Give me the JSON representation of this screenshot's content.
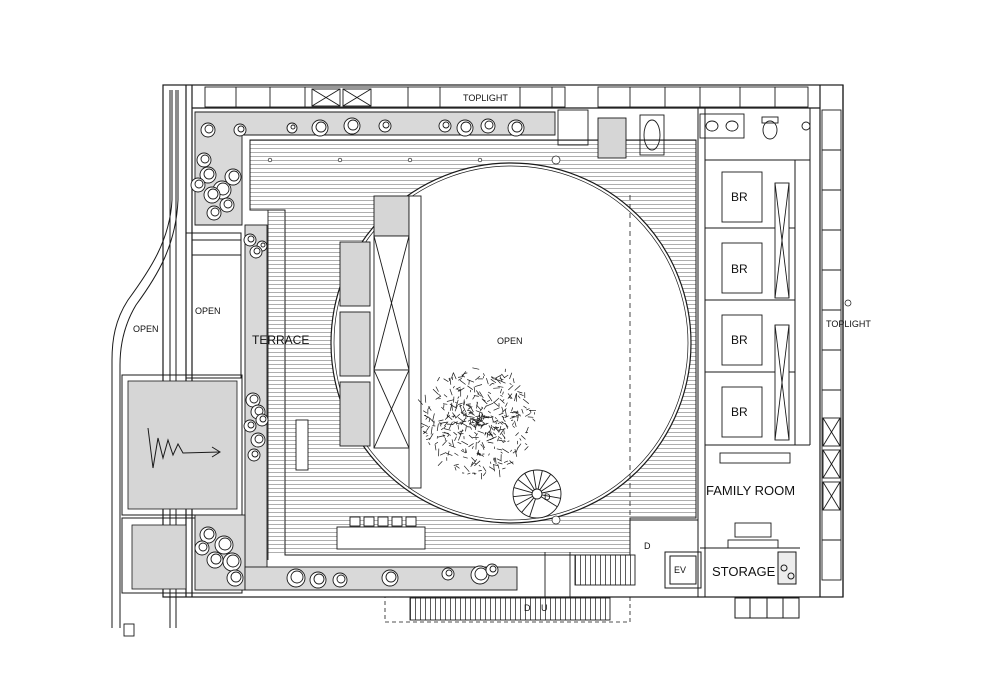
{
  "labels": {
    "toplight_top": "TOPLIGHT",
    "toplight_right": "TOPLIGHT",
    "open_far_left": "OPEN",
    "open_left": "OPEN",
    "terrace": "TERRACE",
    "open_center": "OPEN",
    "br_1": "BR",
    "br_2": "BR",
    "br_3": "BR",
    "br_4": "BR",
    "family_room": "FAMILY ROOM",
    "storage": "STORAGE",
    "ev": "EV",
    "door_mark_stair": "D",
    "door_mark_hall": "D",
    "stair_down": "D",
    "stair_up": "U"
  },
  "colors": {
    "line": "#1a1a1a",
    "hatch": "#6b6b6b",
    "fill_gray": "#d6d6d6",
    "fill_light": "#ececec"
  }
}
